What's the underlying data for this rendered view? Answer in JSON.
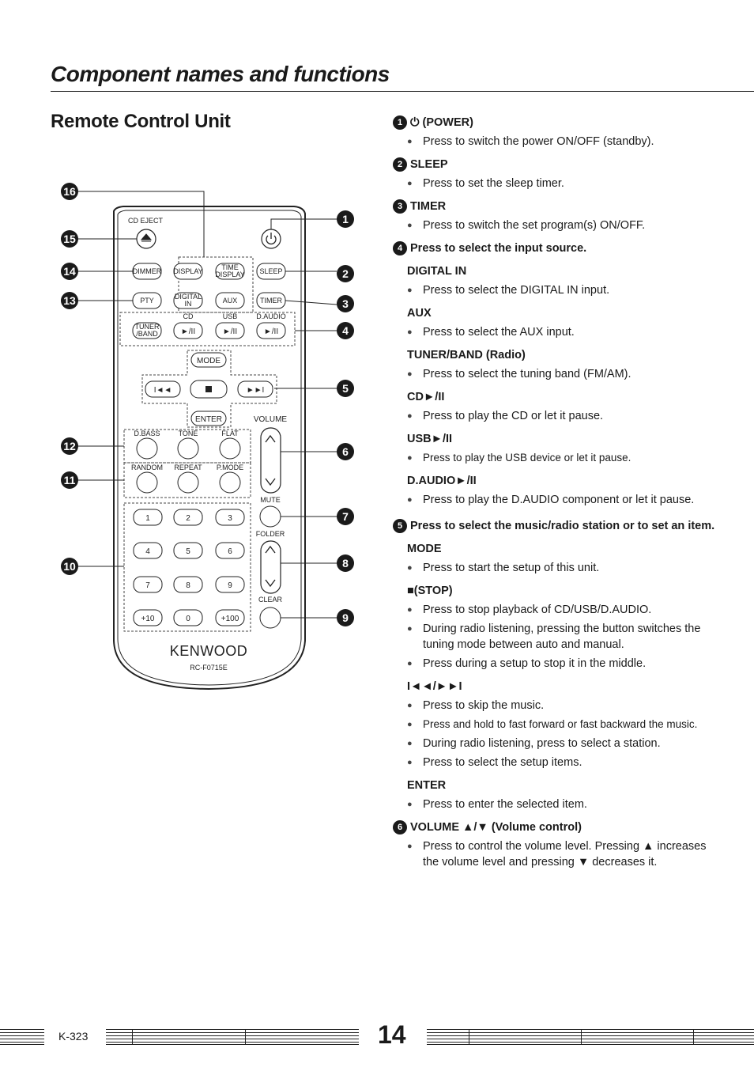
{
  "page_title": "Component names and functions",
  "section_title": "Remote Control Unit",
  "remote": {
    "labels": {
      "cd_eject": "CD EJECT",
      "dimmer": "DIMMER",
      "display": "DISPLAY",
      "time_display_1": "TIME",
      "time_display_2": "DISPLAY",
      "sleep": "SLEEP",
      "pty": "PTY",
      "digital_in_1": "DIGITAL",
      "digital_in_2": "IN",
      "aux": "AUX",
      "timer": "TIMER",
      "tuner_band_1": "TUNER",
      "tuner_band_2": "/BAND",
      "cd": "CD",
      "usb": "USB",
      "d_audio": "D.AUDIO",
      "mode": "MODE",
      "enter": "ENTER",
      "volume": "VOLUME",
      "d_bass": "D.BASS",
      "tone": "TONE",
      "flat": "FLAT",
      "random": "RANDOM",
      "repeat": "REPEAT",
      "p_mode": "P.MODE",
      "mute": "MUTE",
      "folder": "FOLDER",
      "clear": "CLEAR",
      "key_1": "1",
      "key_2": "2",
      "key_3": "3",
      "key_4": "4",
      "key_5": "5",
      "key_6": "6",
      "key_7": "7",
      "key_8": "8",
      "key_9": "9",
      "key_plus10": "+10",
      "key_0": "0",
      "key_plus100": "+100",
      "brand": "KENWOOD",
      "model": "RC-F0715E"
    },
    "callouts": [
      "1",
      "2",
      "3",
      "4",
      "5",
      "6",
      "7",
      "8",
      "9",
      "10",
      "11",
      "12",
      "13",
      "14",
      "15",
      "16"
    ]
  },
  "items": {
    "power": {
      "num": "1",
      "title": "(POWER)",
      "bullets": [
        "Press to switch the power ON/OFF (standby)."
      ]
    },
    "sleep": {
      "num": "2",
      "title": "SLEEP",
      "bullets": [
        "Press to set the sleep timer."
      ]
    },
    "timer": {
      "num": "3",
      "title": "TIMER",
      "bullets": [
        "Press to switch the set program(s) ON/OFF."
      ]
    },
    "input": {
      "num": "4",
      "title": "Press to select the input source.",
      "digital_in": {
        "head": "DIGITAL IN",
        "bullet": "Press to select the DIGITAL IN input."
      },
      "aux": {
        "head": "AUX",
        "bullet": "Press to select the AUX input."
      },
      "tuner": {
        "head": "TUNER/BAND (Radio)",
        "bullet": "Press to select the tuning band (FM/AM)."
      },
      "cd": {
        "head": "CD►/II",
        "bullet": "Press to play the CD or let it pause."
      },
      "usb": {
        "head": "USB►/II",
        "bullet": "Press to play the USB device or let it pause."
      },
      "daudio": {
        "head": "D.AUDIO►/II",
        "bullet": "Press to play the D.AUDIO component or let it pause."
      }
    },
    "music": {
      "num": "5",
      "title": "Press to select the music/radio station or to set an item.",
      "mode": {
        "head": "MODE",
        "bullet": "Press to start the setup of this unit."
      },
      "stop": {
        "head": "■(STOP)",
        "bullets": [
          "Press to stop playback of CD/USB/D.AUDIO.",
          "During radio listening, pressing the button switches the tuning mode between auto and manual.",
          "Press during a setup to stop it in the middle."
        ]
      },
      "skip": {
        "head": "I◄◄/►►I",
        "bullets": [
          "Press to skip the music.",
          "Press and hold to fast forward or fast backward the music.",
          "During radio listening, press to select a station.",
          "Press to select the setup items."
        ]
      },
      "enter": {
        "head": "ENTER",
        "bullet": "Press to enter the selected item."
      }
    },
    "volume": {
      "num": "6",
      "title": "VOLUME ▲/▼ (Volume control)",
      "bullets": [
        "Press to control the volume level. Pressing ▲ increases the volume level and pressing ▼ decreases it."
      ]
    }
  },
  "footer": {
    "model": "K-323",
    "page": "14"
  }
}
